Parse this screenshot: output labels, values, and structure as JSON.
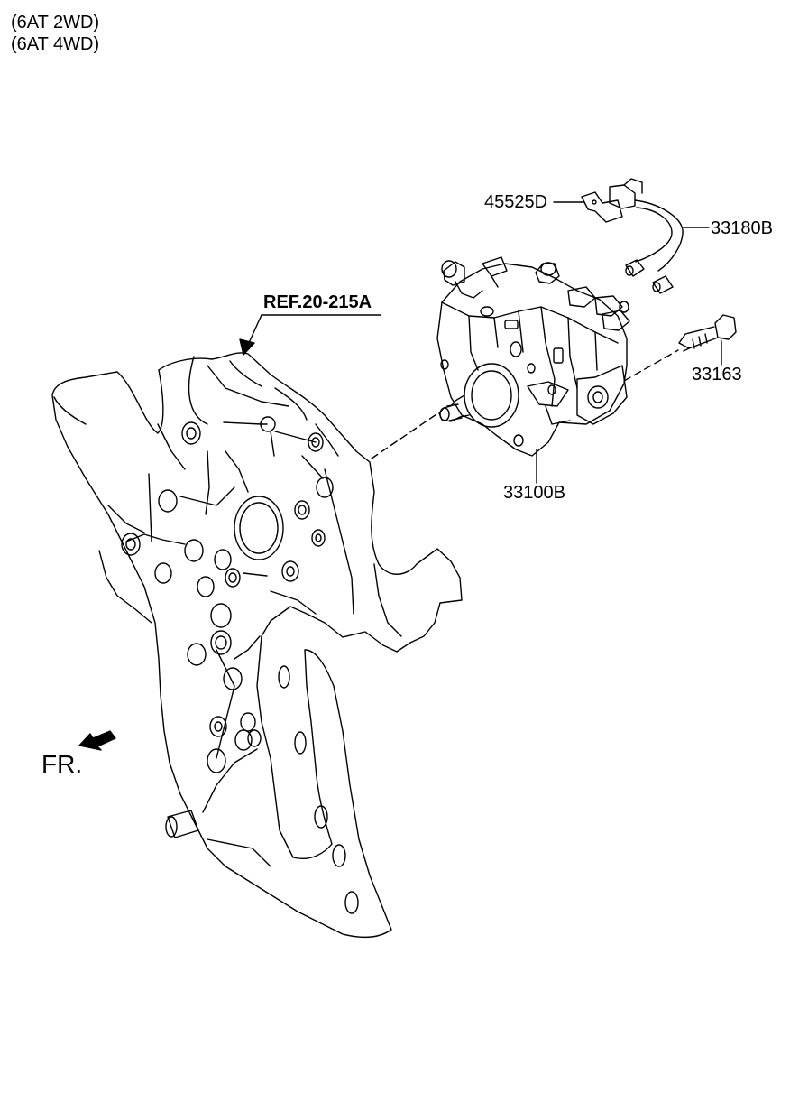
{
  "header": {
    "line1": "(6AT 2WD)",
    "line2": "(6AT 4WD)"
  },
  "reference": {
    "label": "REF.20-215A"
  },
  "direction": {
    "label": "FR."
  },
  "callouts": [
    {
      "id": "45525D",
      "label": "45525D"
    },
    {
      "id": "33180B",
      "label": "33180B"
    },
    {
      "id": "33163",
      "label": "33163"
    },
    {
      "id": "33100B",
      "label": "33100B"
    }
  ]
}
